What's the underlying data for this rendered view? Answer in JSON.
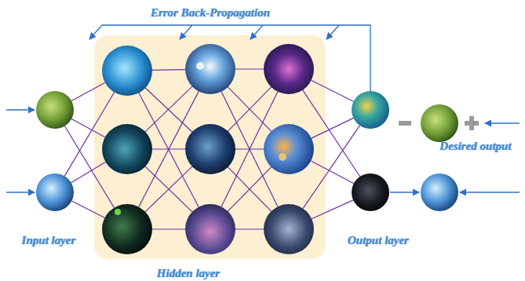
{
  "diagram": {
    "nodes": [
      {
        "text": [
          "Hidden layer"
        ]
      }
    ],
    "labels": [
      "Error Back-Propagation",
      "Input layer",
      "Output layer",
      "Desired output"
    ]
  }
}
